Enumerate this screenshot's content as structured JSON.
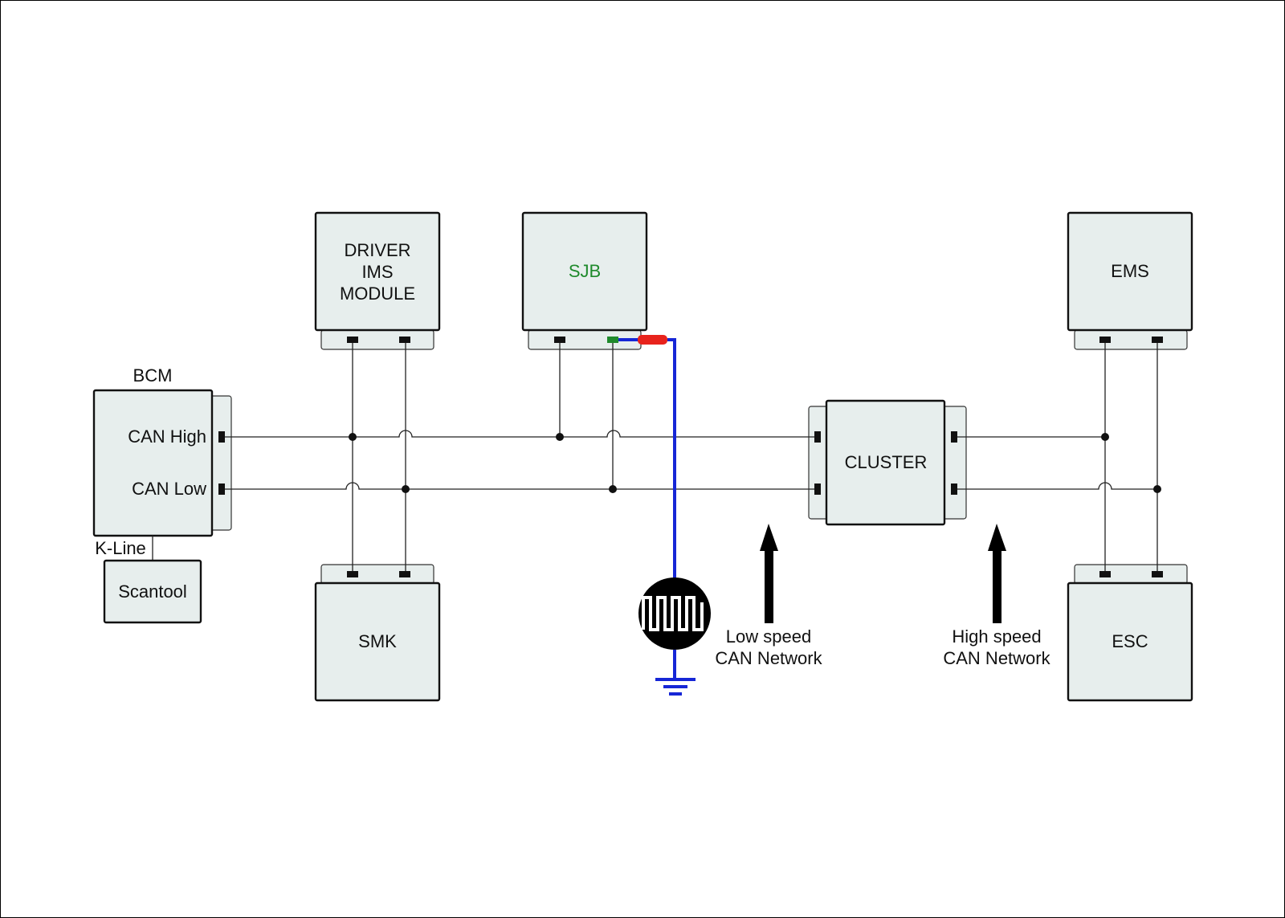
{
  "modules": {
    "driver_ims": [
      "DRIVER",
      "IMS",
      "MODULE"
    ],
    "sjb": "SJB",
    "ems": "EMS",
    "bcm": "BCM",
    "bcm_can_high": "CAN High",
    "bcm_can_low": "CAN Low",
    "k_line": "K-Line",
    "scantool": "Scantool",
    "cluster": "CLUSTER",
    "smk": "SMK",
    "esc": "ESC"
  },
  "networks": {
    "low_speed": [
      "Low speed",
      "CAN Network"
    ],
    "high_speed": [
      "High speed",
      "CAN Network"
    ]
  },
  "colors": {
    "box_fill": "#e7eeed",
    "sjb_label": "#1f8a2c",
    "probe_wire": "#1626d6",
    "probe_red": "#e8231c",
    "probe_green": "#1f8a2c"
  },
  "icons": {
    "signal_generator": "square-wave-source-icon",
    "ground": "ground-symbol-icon",
    "arrow": "arrow-up-icon"
  }
}
